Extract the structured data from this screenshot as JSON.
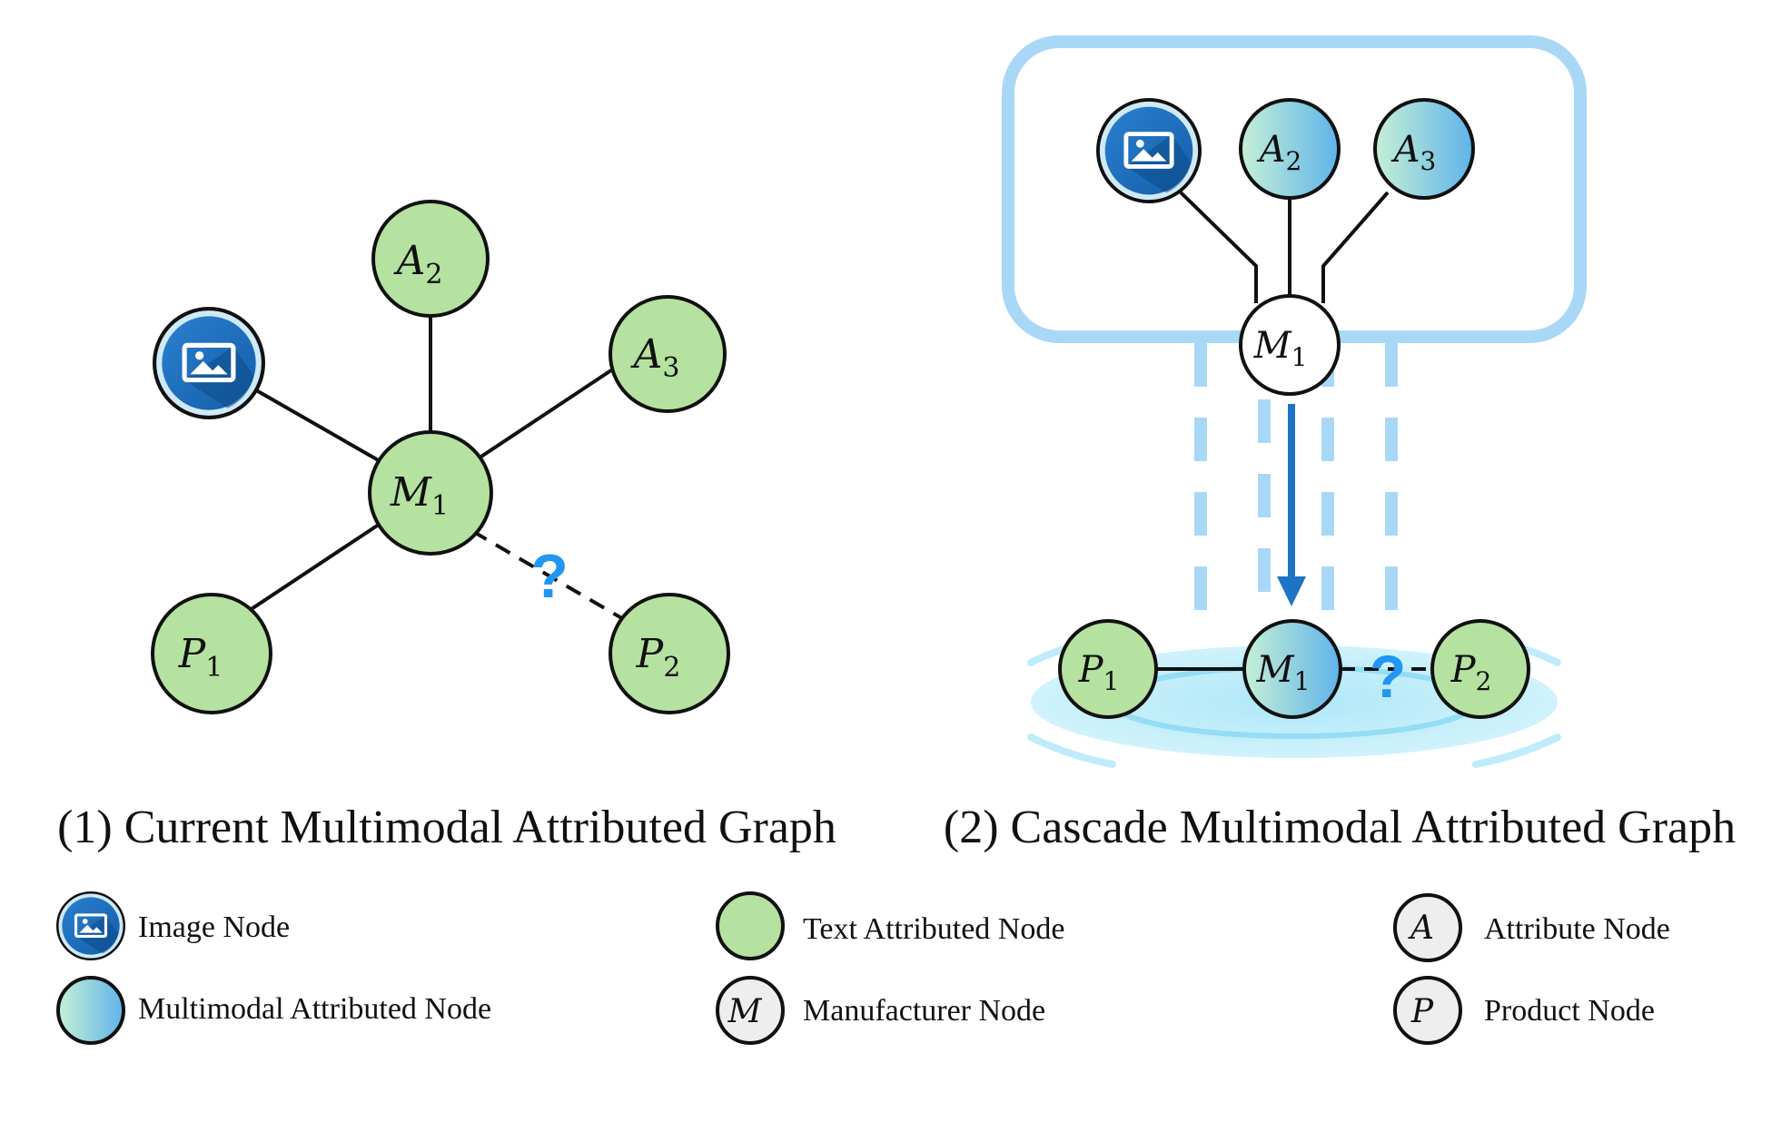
{
  "colors": {
    "text_node_fill": "#b5e2a0",
    "image_node_blue": "#1e6bb8",
    "image_node_dark": "#0f4f91",
    "multimodal_light": "#b9ecd0",
    "multimodal_blue": "#6cb8ea",
    "frame_blue": "#a9d8f7",
    "arrow_blue": "#1f73c4",
    "question_blue": "#2196f3",
    "legend_grey": "#eeeeee"
  },
  "left_graph": {
    "caption": "(1) Current Multimodal Attributed Graph",
    "nodes": {
      "a2": {
        "letter": "A",
        "sub": "2"
      },
      "a3": {
        "letter": "A",
        "sub": "3"
      },
      "m1": {
        "letter": "M",
        "sub": "1"
      },
      "p1": {
        "letter": "P",
        "sub": "1"
      },
      "p2": {
        "letter": "P",
        "sub": "2"
      }
    },
    "question": "?"
  },
  "right_graph": {
    "caption": "(2) Cascade Multimodal Attributed Graph",
    "nodes": {
      "a2": {
        "letter": "A",
        "sub": "2"
      },
      "a3": {
        "letter": "A",
        "sub": "3"
      },
      "m1_top": {
        "letter": "M",
        "sub": "1"
      },
      "m1_bottom": {
        "letter": "M",
        "sub": "1"
      },
      "p1": {
        "letter": "P",
        "sub": "1"
      },
      "p2": {
        "letter": "P",
        "sub": "2"
      }
    },
    "question": "?"
  },
  "legend": {
    "image_node": "Image Node",
    "multimodal_node": "Multimodal Attributed Node",
    "text_node": "Text Attributed Node",
    "manufacturer_node": "Manufacturer Node",
    "manufacturer_letter": "M",
    "attribute_node": "Attribute Node",
    "attribute_letter": "A",
    "product_node": "Product Node",
    "product_letter": "P"
  }
}
